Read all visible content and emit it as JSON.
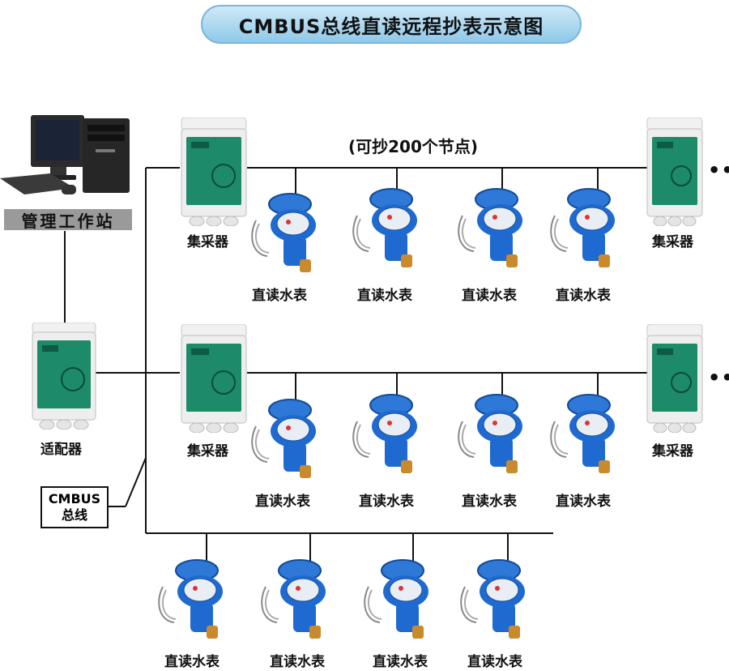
{
  "title": "CMBUS总线直读远程抄表示意图",
  "node_caption": "(可抄200个节点)",
  "workstation_label": "管理工作站",
  "adapter_label": "适配器",
  "collector_label": "集采器",
  "meter_label": "直读水表",
  "bus_label": {
    "line1": "CMBUS",
    "line2": "总线"
  },
  "ellipsis": "•••",
  "colors": {
    "title_bg": "#9fd3f0",
    "pcb": "#1d8a6a",
    "meter_body": "#1f6ad0",
    "wire": "#111111"
  }
}
